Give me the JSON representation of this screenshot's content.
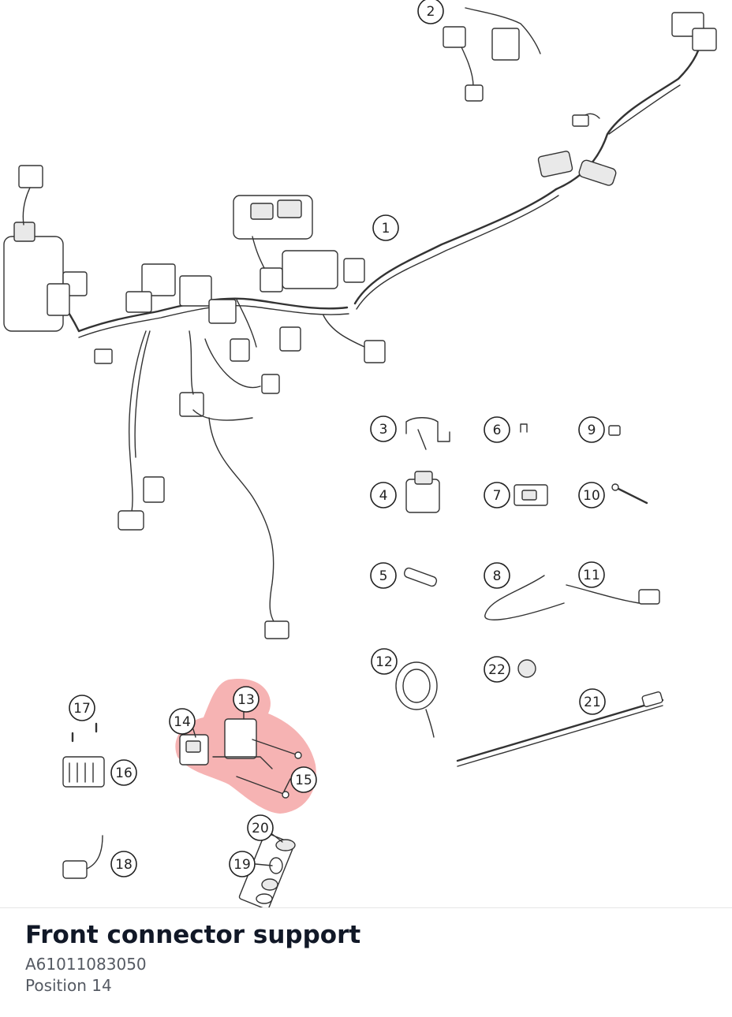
{
  "diagram": {
    "highlight_color": "#f4a6a6",
    "callouts": [
      "1",
      "2",
      "3",
      "4",
      "5",
      "6",
      "7",
      "8",
      "9",
      "10",
      "11",
      "12",
      "13",
      "14",
      "15",
      "16",
      "17",
      "18",
      "19",
      "20",
      "21",
      "22"
    ]
  },
  "part": {
    "title": "Front connector support",
    "number": "A61011083050",
    "position": "Position 14"
  }
}
